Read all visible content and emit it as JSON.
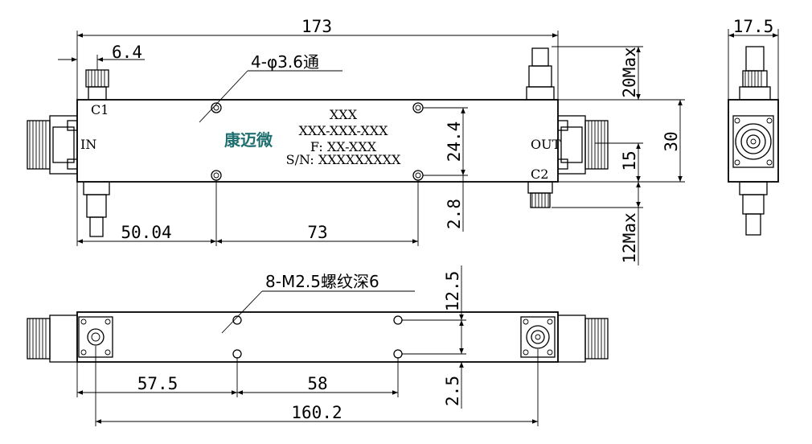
{
  "top_view": {
    "dims": {
      "overall_length": "173",
      "c1_offset": "6.4",
      "in_to_hole": "50.04",
      "hole_spacing": "73",
      "hole_vertical": "24.4",
      "hole_edge": "2.8"
    },
    "hole_note": "4-φ3.6通",
    "labels": {
      "c1": "C1",
      "c2": "C2",
      "in": "IN",
      "out": "OUT"
    },
    "brand": "康迈微",
    "nameplate": [
      "XXX",
      "XXX-XXX-XXX",
      "F: XX-XXX",
      "S/N: XXXXXXXXX"
    ]
  },
  "side_dims": {
    "top_max": "20Max",
    "height": "30",
    "port_center": "15",
    "bottom_max": "12Max"
  },
  "end_view": {
    "width": "17.5"
  },
  "bottom_view": {
    "dims": {
      "first_hole": "57.5",
      "hole_spacing": "58",
      "port_span": "160.2",
      "hole_upper": "12.5",
      "hole_lower": "2.5"
    },
    "thread_note": "8-M2.5螺纹深6"
  }
}
